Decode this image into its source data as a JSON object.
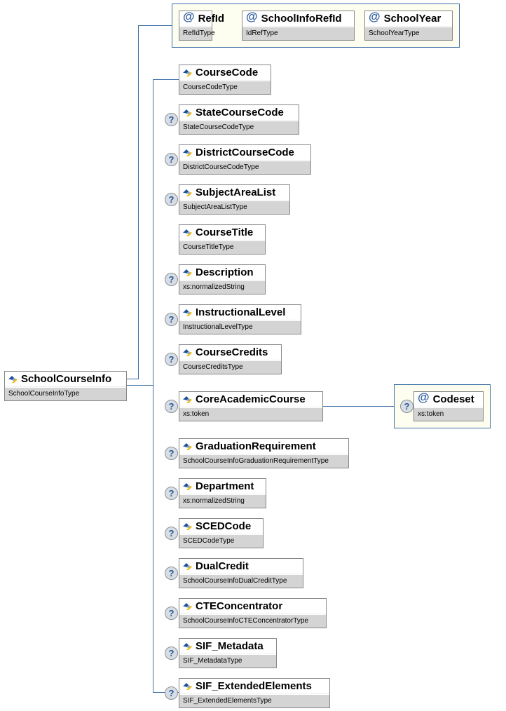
{
  "root": {
    "name": "SchoolCourseInfo",
    "type": "SchoolCourseInfoType"
  },
  "attributes": [
    {
      "name": "RefId",
      "type": "RefIdType"
    },
    {
      "name": "SchoolInfoRefId",
      "type": "IdRefType"
    },
    {
      "name": "SchoolYear",
      "type": "SchoolYearType"
    }
  ],
  "elements": [
    {
      "name": "CourseCode",
      "type": "CourseCodeType",
      "optional": false
    },
    {
      "name": "StateCourseCode",
      "type": "StateCourseCodeType",
      "optional": true
    },
    {
      "name": "DistrictCourseCode",
      "type": "DistrictCourseCodeType",
      "optional": true
    },
    {
      "name": "SubjectAreaList",
      "type": "SubjectAreaListType",
      "optional": true
    },
    {
      "name": "CourseTitle",
      "type": "CourseTitleType",
      "optional": false
    },
    {
      "name": "Description",
      "type": "xs:normalizedString",
      "optional": true
    },
    {
      "name": "InstructionalLevel",
      "type": "InstructionalLevelType",
      "optional": true
    },
    {
      "name": "CourseCredits",
      "type": "CourseCreditsType",
      "optional": true
    },
    {
      "name": "CoreAcademicCourse",
      "type": "xs:token",
      "optional": true
    },
    {
      "name": "GraduationRequirement",
      "type": "SchoolCourseInfoGraduationRequirementType",
      "optional": true
    },
    {
      "name": "Department",
      "type": "xs:normalizedString",
      "optional": true
    },
    {
      "name": "SCEDCode",
      "type": "SCEDCodeType",
      "optional": true
    },
    {
      "name": "DualCredit",
      "type": "SchoolCourseInfoDualCreditType",
      "optional": true
    },
    {
      "name": "CTEConcentrator",
      "type": "SchoolCourseInfoCTEConcentratorType",
      "optional": true
    },
    {
      "name": "SIF_Metadata",
      "type": "SIF_MetadataType",
      "optional": true
    },
    {
      "name": "SIF_ExtendedElements",
      "type": "SIF_ExtendedElementsType",
      "optional": true
    }
  ],
  "core_attribute": {
    "name": "Codeset",
    "type": "xs:token",
    "optional": true
  },
  "icons": {
    "optional": "?",
    "attribute": "@"
  }
}
